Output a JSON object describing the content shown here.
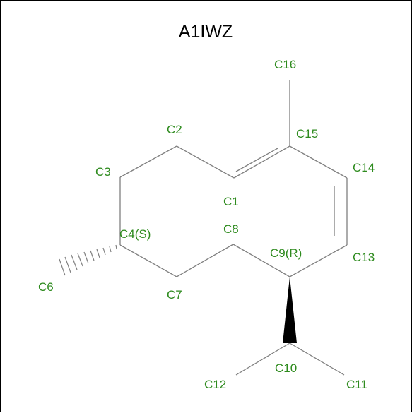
{
  "title": "A1IWZ",
  "colors": {
    "label": "#2e8b1e",
    "bond": "#808080",
    "wedge": "#000000",
    "title": "#000000",
    "border": "#000000"
  },
  "atoms": {
    "C1": "C1",
    "C2": "C2",
    "C3": "C3",
    "C4": "C4(S)",
    "C6": "C6",
    "C7": "C7",
    "C8": "C8",
    "C9": "C9(R)",
    "C10": "C10",
    "C11": "C11",
    "C12": "C12",
    "C13": "C13",
    "C14": "C14",
    "C15": "C15",
    "C16": "C16"
  }
}
